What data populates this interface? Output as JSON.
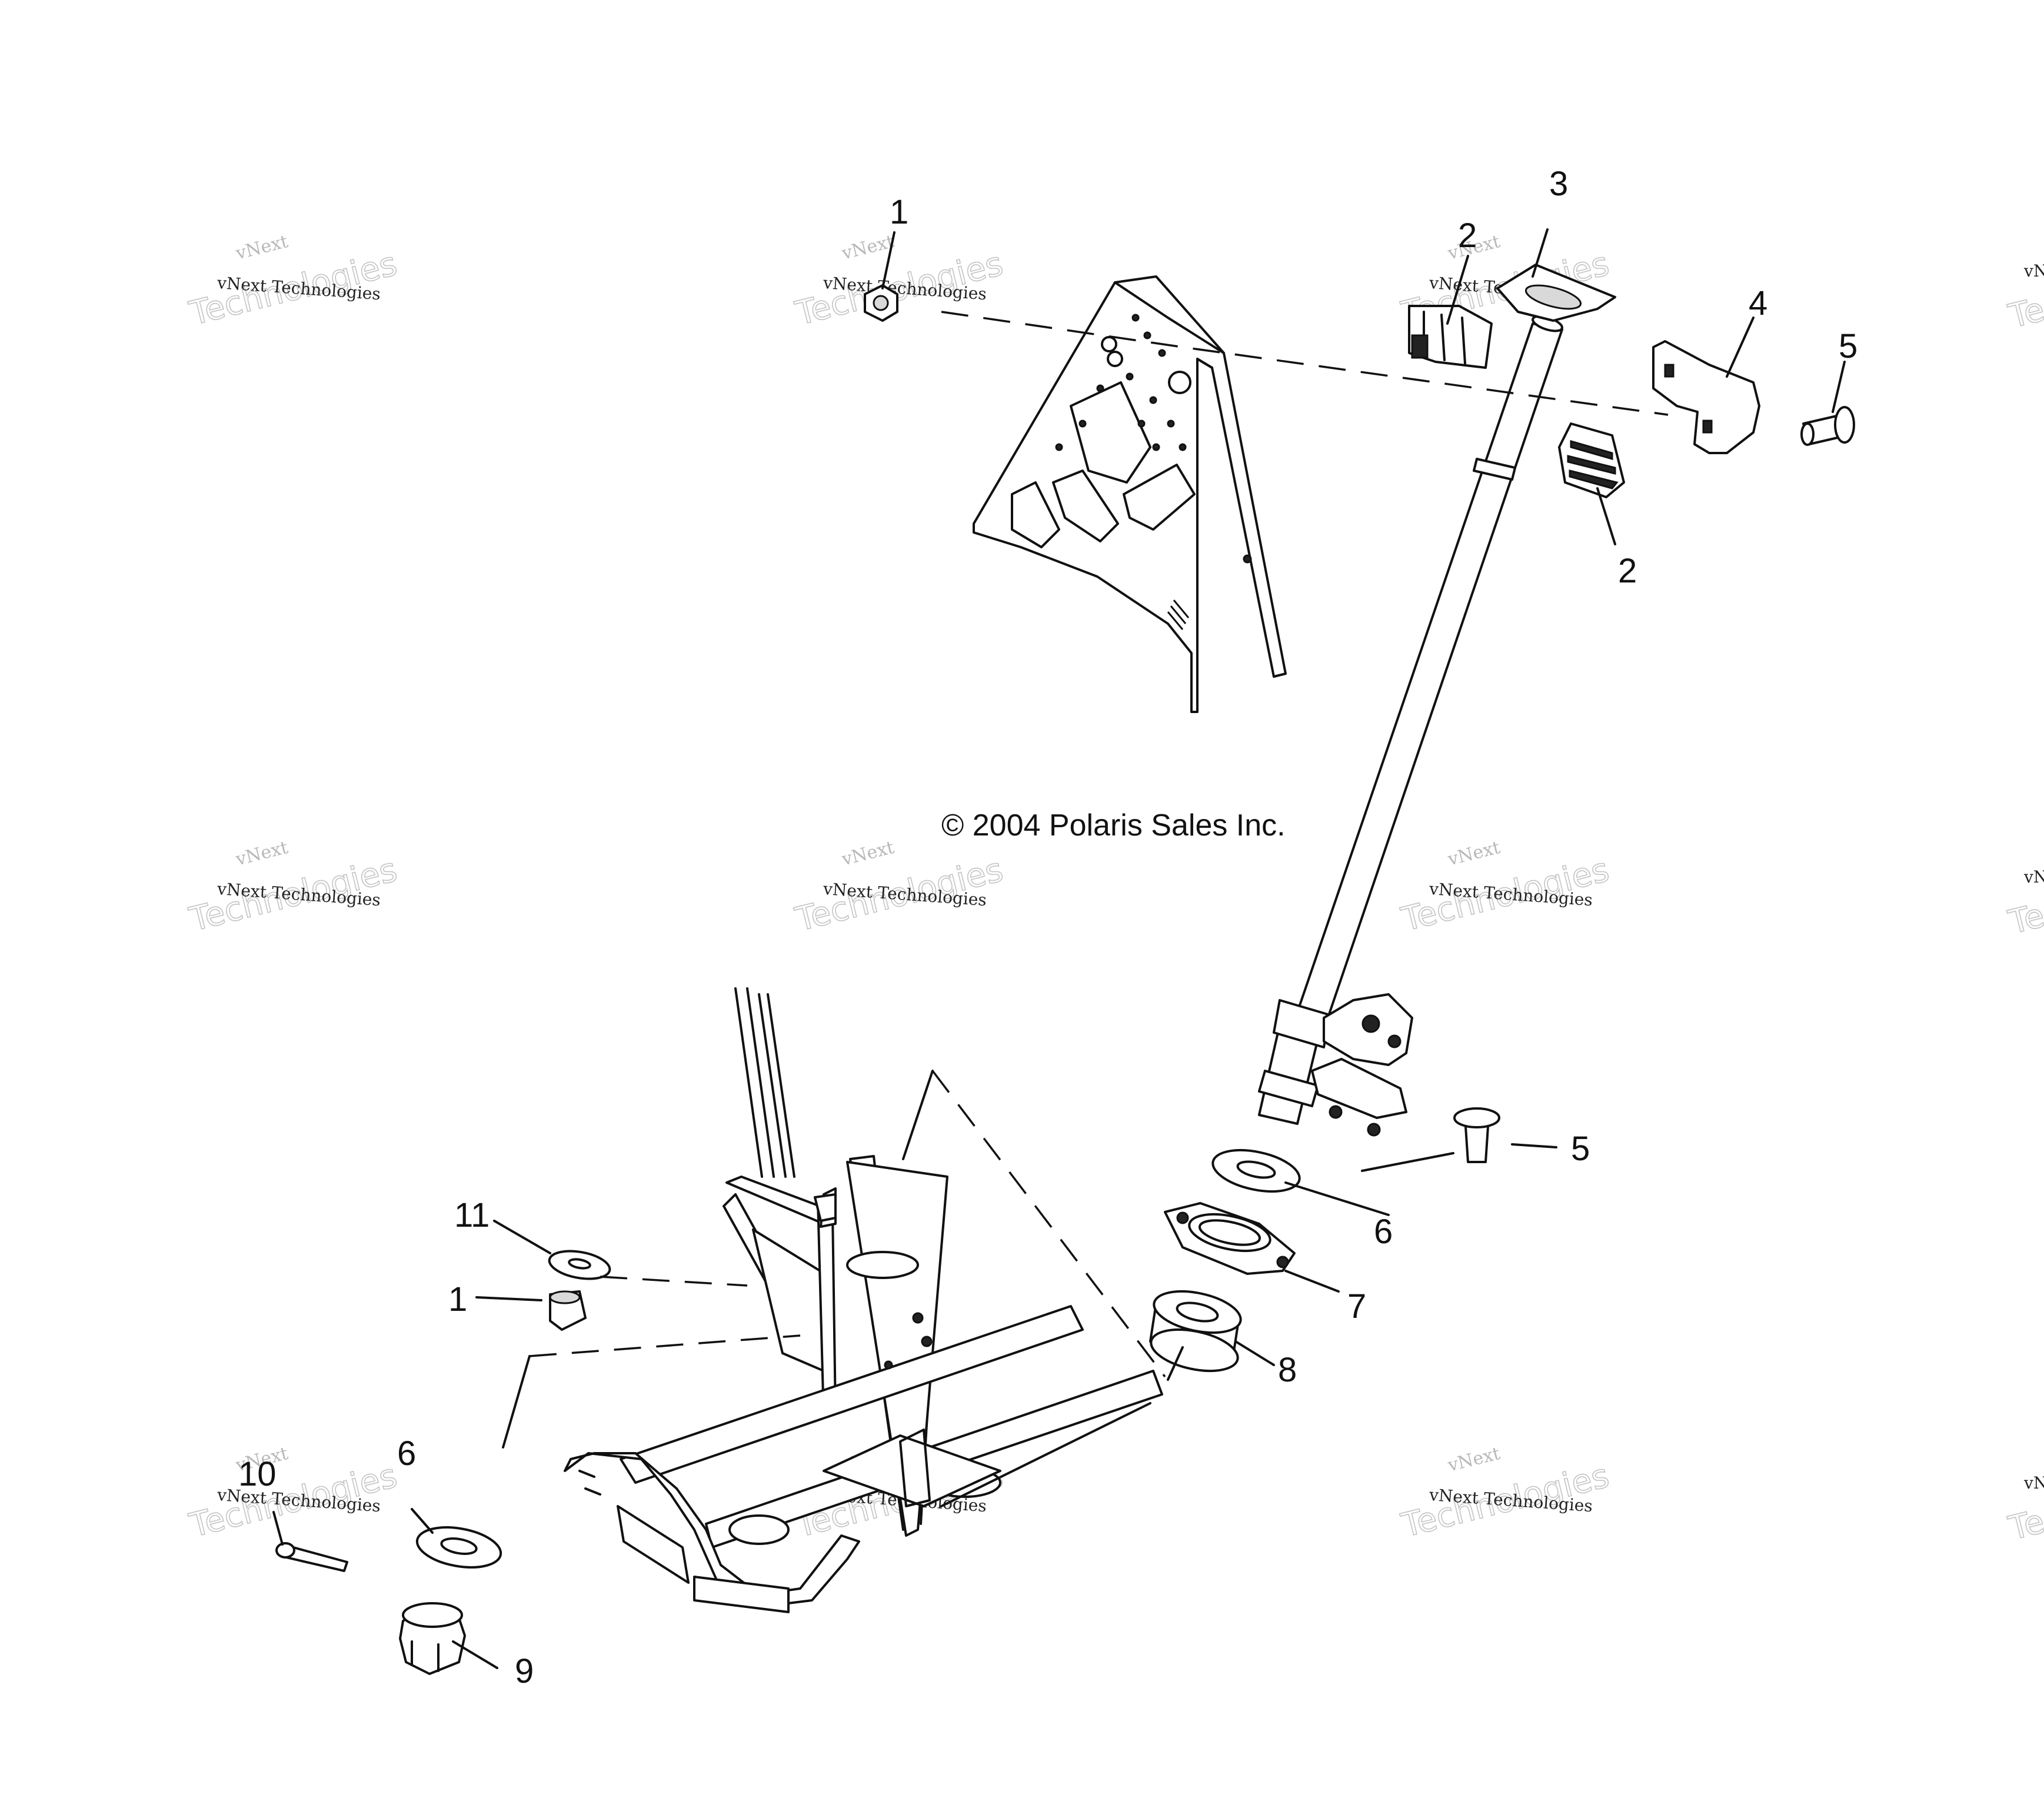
{
  "copyright": "© 2004 Polaris Sales Inc.",
  "watermark": {
    "line1": "vNext",
    "line2": "vNext Technologies",
    "line3": "Technologies"
  },
  "callouts": [
    {
      "id": "c1a",
      "text": "1"
    },
    {
      "id": "c2a",
      "text": "2"
    },
    {
      "id": "c3",
      "text": "3"
    },
    {
      "id": "c4",
      "text": "4"
    },
    {
      "id": "c5a",
      "text": "5"
    },
    {
      "id": "c2b",
      "text": "2"
    },
    {
      "id": "c5b",
      "text": "5"
    },
    {
      "id": "c6a",
      "text": "6"
    },
    {
      "id": "c7",
      "text": "7"
    },
    {
      "id": "c8",
      "text": "8"
    },
    {
      "id": "c11",
      "text": "11"
    },
    {
      "id": "c1b",
      "text": "1"
    },
    {
      "id": "c10",
      "text": "10"
    },
    {
      "id": "c6b",
      "text": "6"
    },
    {
      "id": "c9",
      "text": "9"
    }
  ],
  "colors": {
    "ink": "#111111",
    "watermark": "#c4c4c4",
    "background": "#ffffff"
  }
}
